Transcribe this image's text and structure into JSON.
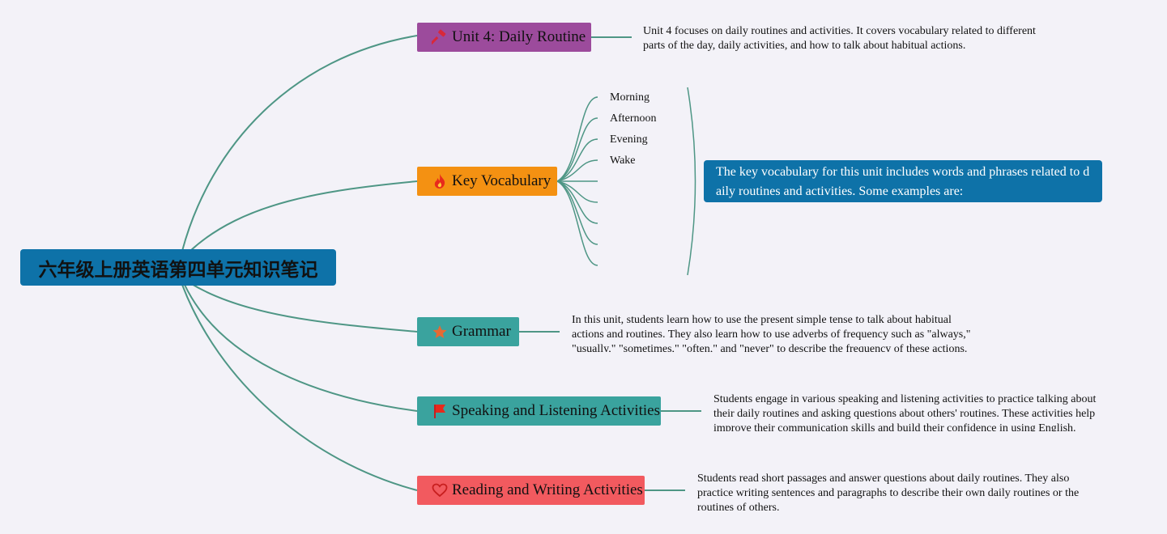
{
  "root": {
    "title": "六年级上册英语第四单元知识笔记"
  },
  "colors": {
    "root": "#0e72a8",
    "line": "#4e9685",
    "unit": "#9c4b9c",
    "vocab": "#f49112",
    "grammar": "#3aa39e",
    "speaking": "#3aa39e",
    "reading": "#f25a5f",
    "background": "#f3f2f8"
  },
  "topics": [
    {
      "key": "unit",
      "label": "Unit 4: Daily Routine",
      "icon": "hammer-icon",
      "note": "Unit 4 focuses on daily routines and activities. It covers vocabulary related to different parts of the day, daily activities, and how to talk about habitual actions."
    },
    {
      "key": "vocab",
      "label": "Key Vocabulary",
      "icon": "fire-icon",
      "words": [
        "Morning",
        "Afternoon",
        "Evening",
        "Wake"
      ],
      "note": "The key vocabulary for this unit includes words and phrases related to daily routines and activities. Some examples are:"
    },
    {
      "key": "grammar",
      "label": "Grammar",
      "icon": "star-icon",
      "note": "In this unit, students learn how to use the present simple tense to talk about habitual actions and routines. They also learn how to use adverbs of frequency such as \"always,\" \"usually,\" \"sometimes,\" \"often,\" and \"never\" to describe the frequency of these actions."
    },
    {
      "key": "speaking",
      "label": "Speaking and Listening Activities",
      "icon": "flag-icon",
      "note": "Students engage in various speaking and listening activities to practice talking about their daily routines and asking questions about others' routines. These activities help improve their communication skills and build their confidence in using English."
    },
    {
      "key": "reading",
      "label": "Reading and Writing Activities",
      "icon": "heart-icon",
      "note": "Students read short passages and answer questions about daily routines. They also practice writing sentences and paragraphs to describe their own daily routines or the routines of others."
    }
  ]
}
